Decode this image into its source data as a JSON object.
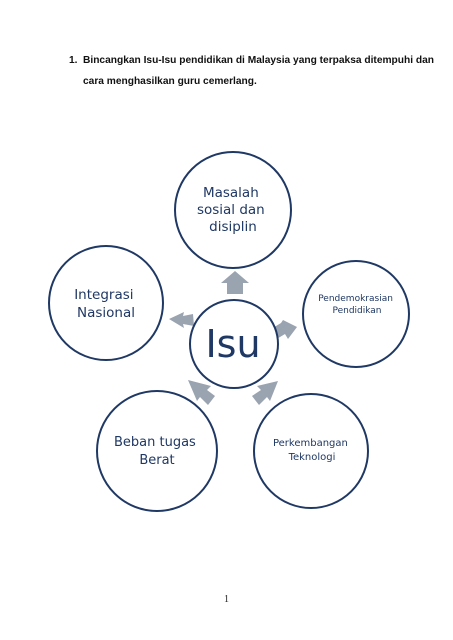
{
  "question": {
    "number": "1.",
    "text": "Bincangkan Isu-Isu pendidikan di Malaysia yang terpaksa ditempuhi dan cara menghasilkan guru cemerlang."
  },
  "diagram": {
    "center": "Isu",
    "nodes": [
      {
        "lines": [
          "Masalah",
          "sosial dan",
          "disiplin"
        ]
      },
      {
        "lines": [
          "Pendemokrasian",
          "Pendidikan"
        ]
      },
      {
        "lines": [
          "Perkembangan",
          "Teknologi"
        ]
      },
      {
        "lines": [
          "Beban tugas",
          "Berat"
        ]
      },
      {
        "lines": [
          "Integrasi",
          "Nasional"
        ]
      }
    ],
    "colors": {
      "circle_stroke": "#1f3864",
      "arrow_fill": "#9aa3b0",
      "text": "#1f3864"
    }
  },
  "page_number": "1"
}
